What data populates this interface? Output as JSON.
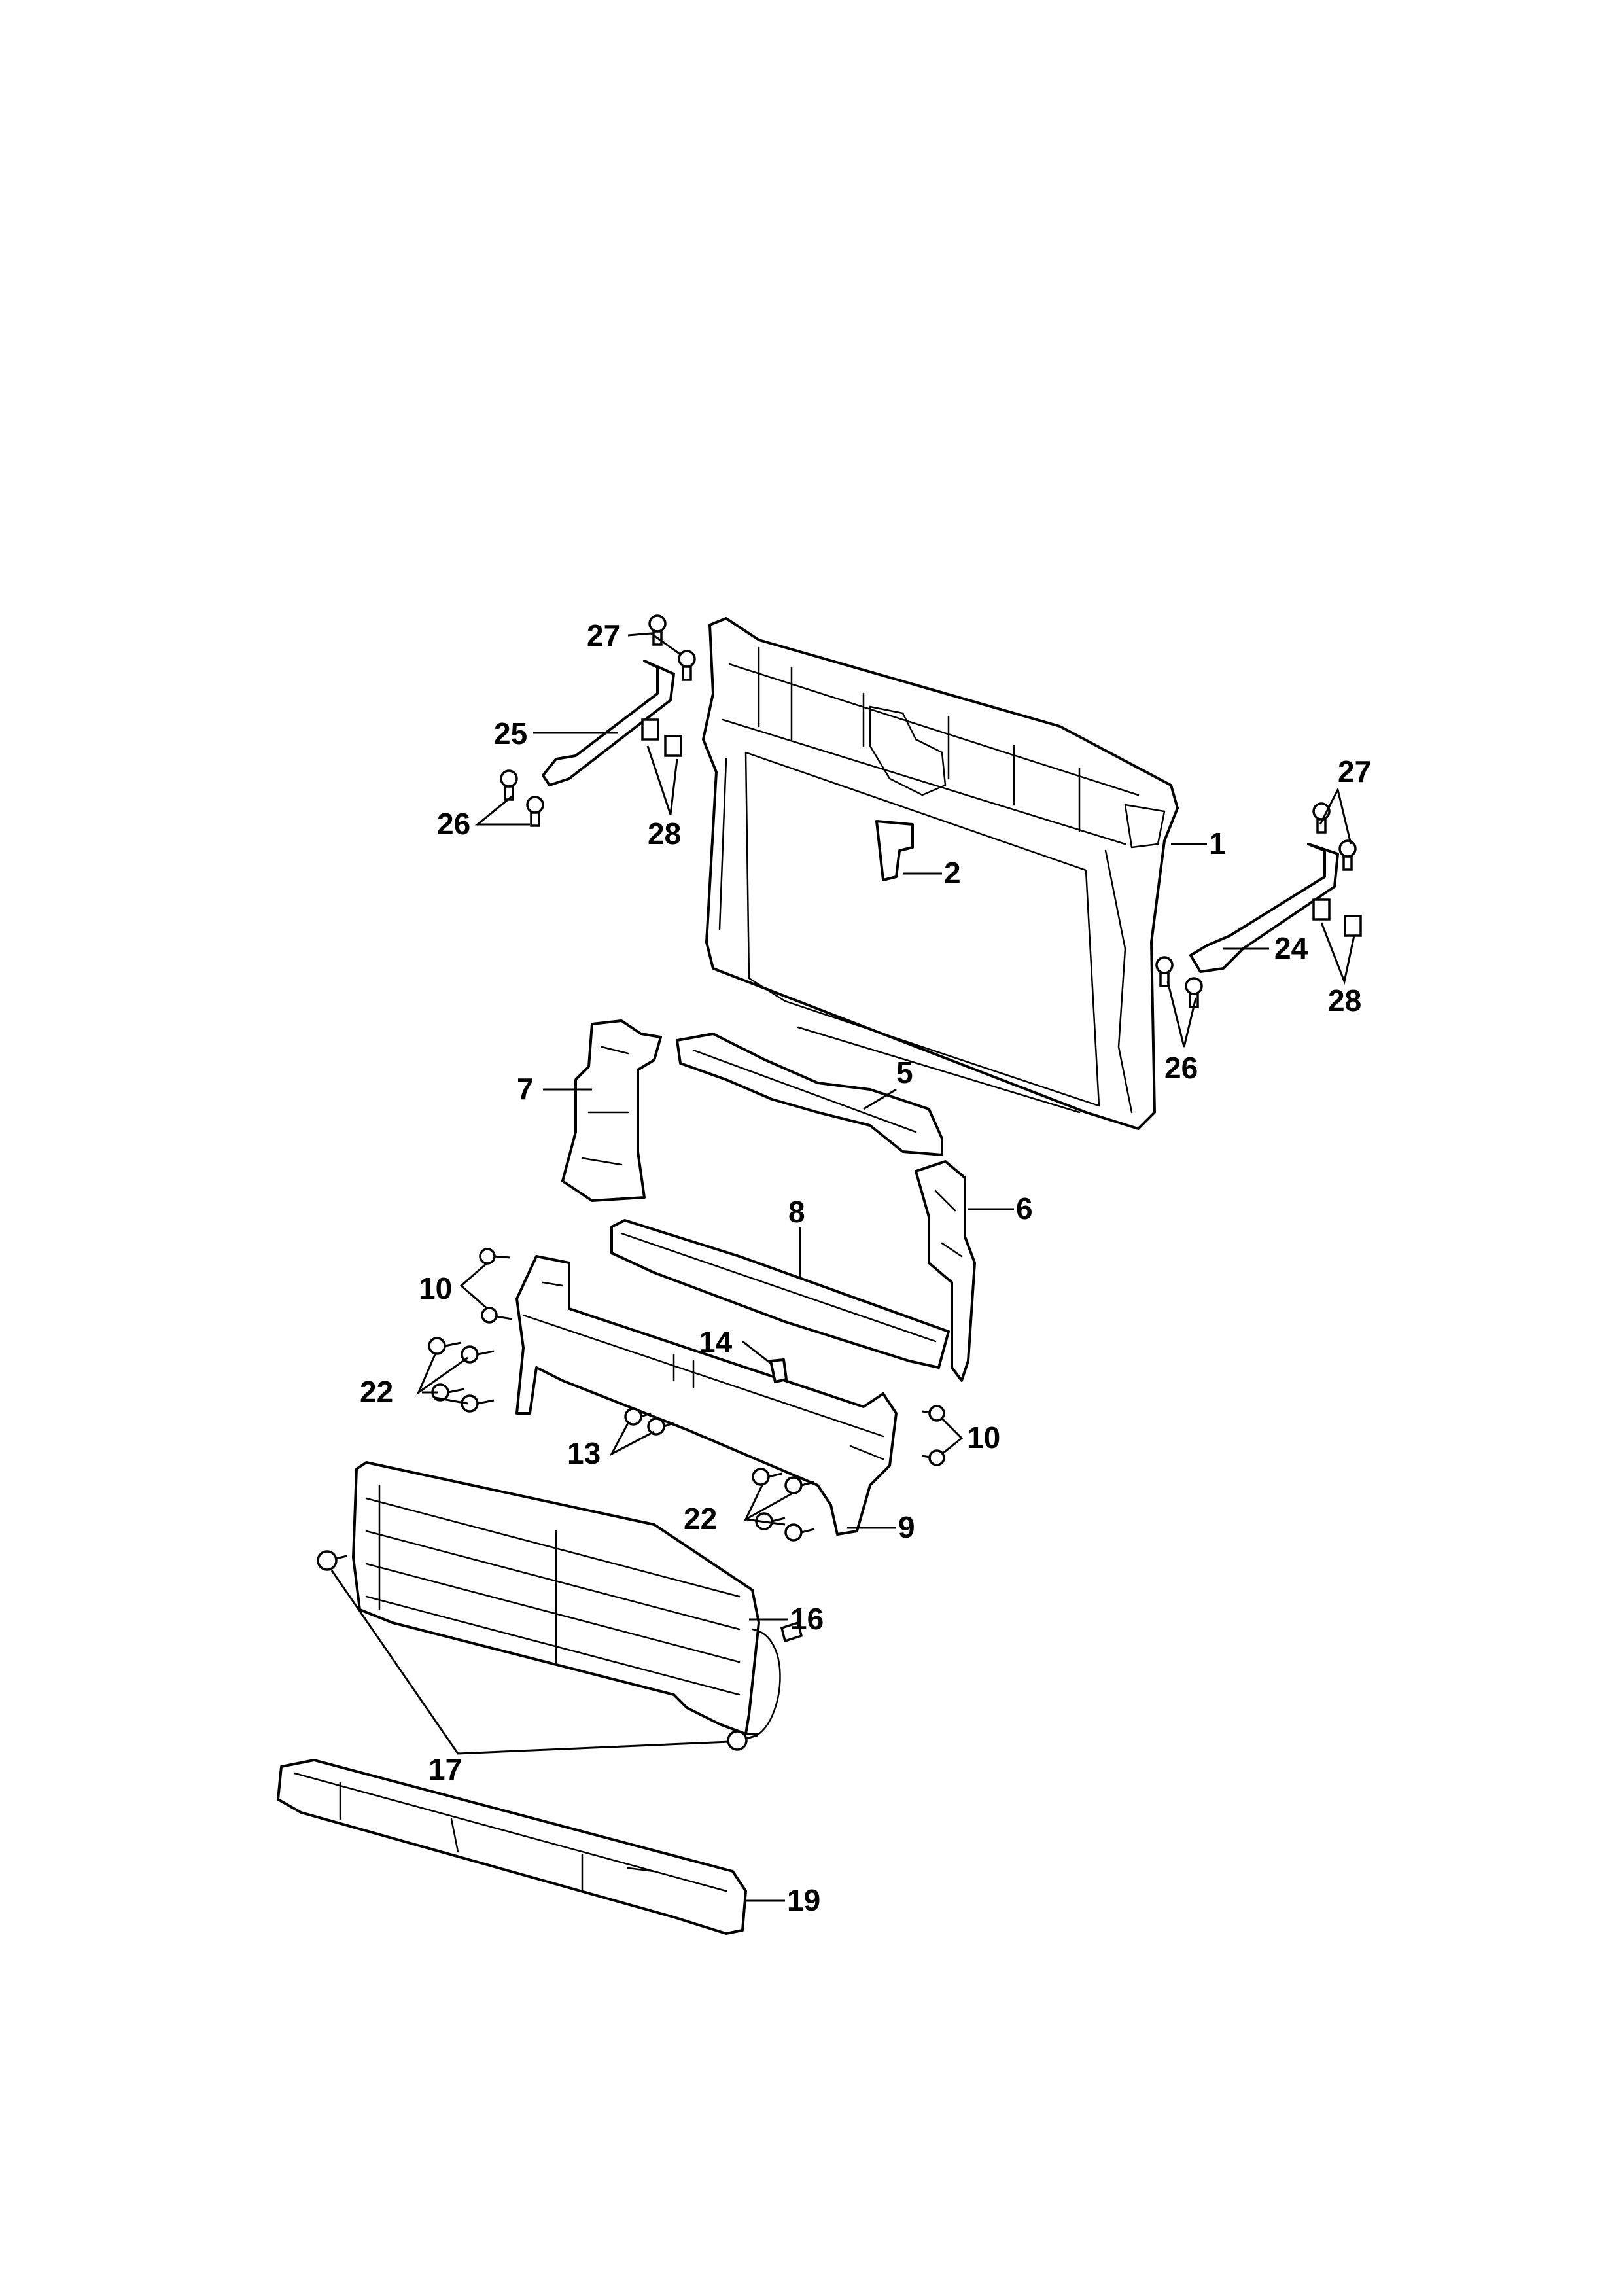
{
  "callouts": {
    "c1": "1",
    "c2": "2",
    "c5": "5",
    "c6": "6",
    "c7": "7",
    "c8": "8",
    "c9": "9",
    "c10_left": "10",
    "c10_right": "10",
    "c13": "13",
    "c14": "14",
    "c16": "16",
    "c17": "17",
    "c19": "19",
    "c22_left": "22",
    "c22_right": "22",
    "c24": "24",
    "c25": "25",
    "c26_left": "26",
    "c26_right": "26",
    "c27_left": "27",
    "c27_right": "27",
    "c28_left": "28",
    "c28_right": "28"
  },
  "colors": {
    "line": "#000000",
    "background": "#ffffff"
  }
}
